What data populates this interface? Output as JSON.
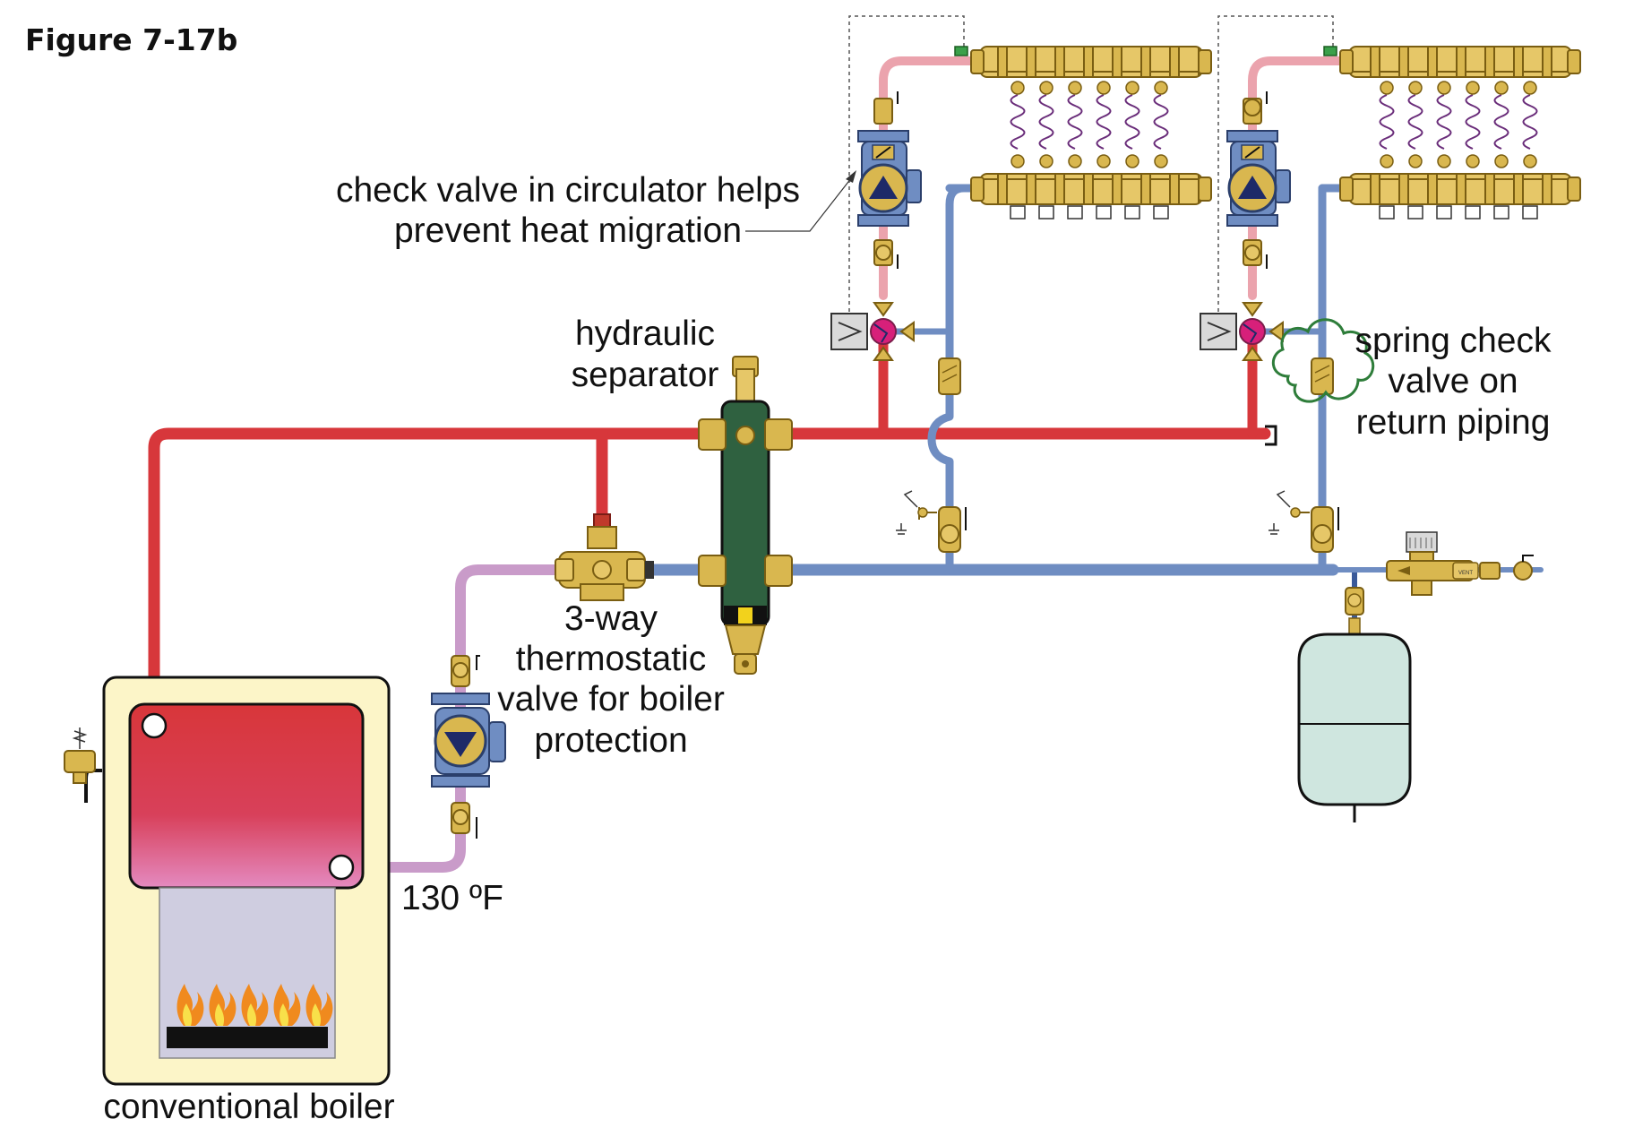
{
  "figure": {
    "title": "Figure 7-17b"
  },
  "labels": {
    "check_valve_line1": "check valve in circulator helps",
    "check_valve_line2": "prevent heat migration",
    "separator_line1": "hydraulic",
    "separator_line2": "separator",
    "spring_line1": "spring check",
    "spring_line2": "valve on",
    "spring_line3": "return piping",
    "thermo_line1": "3-way",
    "thermo_line2": "thermostatic",
    "thermo_line3": "valve for boiler",
    "thermo_line4": "protection",
    "temperature": "130 ºF",
    "boiler": "conventional boiler"
  },
  "valve_marks": {
    "vent": "VENT"
  },
  "colors": {
    "supply": "#d7373b",
    "supply_light": "#eba3ad",
    "return": "#6f8dc2",
    "mixed": "#c99bc9",
    "brass": "#d9b74f",
    "separator": "#2f6140",
    "expansion_tank": "#cfe6df",
    "boiler_cabinet": "#fcf5c8",
    "cloud": "#2e7d3a"
  }
}
